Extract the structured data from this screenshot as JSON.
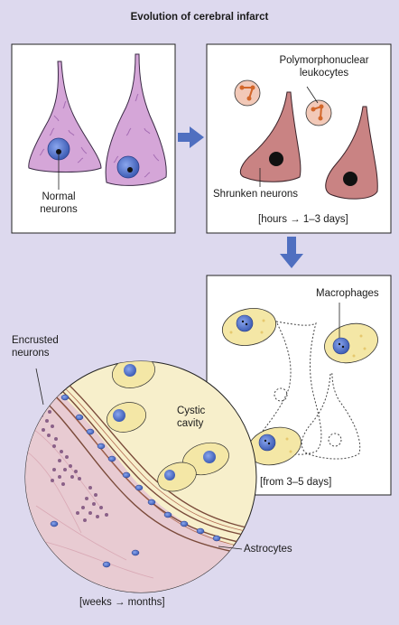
{
  "title": "Evolution of cerebral infarct",
  "panels": {
    "normal": {
      "label_line1": "Normal",
      "label_line2": "neurons"
    },
    "acute": {
      "leukocytes_line1": "Polymorphonuclear",
      "leukocytes_line2": "leukocytes",
      "shrunken": "Shrunken neurons",
      "time": "[hours → 1–3 days]"
    },
    "subacute": {
      "macrophages": "Macrophages",
      "time": "[from 3–5 days]"
    },
    "chronic": {
      "encrusted_line1": "Encrusted",
      "encrusted_line2": "neurons",
      "cystic_line1": "Cystic",
      "cystic_line2": "cavity",
      "astrocytes": "Astrocytes",
      "time": "[weeks → months]"
    }
  },
  "colors": {
    "background": "#ddd9ee",
    "neuron_normal": "#d5a6d8",
    "neuron_shrunken": "#c98383",
    "macrophage": "#f4e7a6",
    "nucleus_blue": "#3e5db5",
    "arrow": "#4f6fc0",
    "circle_fill": "#f7efcb",
    "tissue_pink": "#e8cbd2"
  }
}
